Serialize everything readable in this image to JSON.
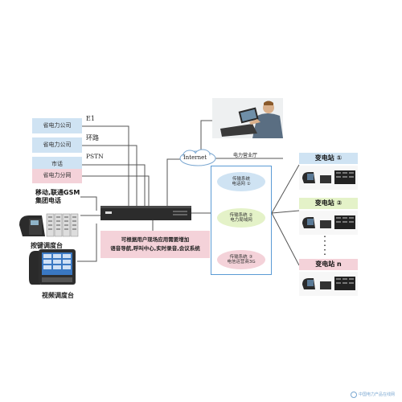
{
  "left_nodes": {
    "provincial_company_1": "省电力公司",
    "provincial_company_2": "省电力公司",
    "municipal": "市话",
    "provincial_network": "省电力分网",
    "link_e1": "E1",
    "link_loop": "环路",
    "link_pstn": "PSTN",
    "mobile_label_line1": "移动,联通GSM",
    "mobile_label_line2": "集团电话",
    "keypad_console": "按键调度台",
    "video_console": "视频调度台"
  },
  "center": {
    "internet": "Internet",
    "business_hall": "电力营业厅",
    "features_line1": "可根据用户现场应用需要增加",
    "features_line2": "语音导航,呼叫中心,实时录音,会议系统"
  },
  "transmission": {
    "item1_line1": "传输系统",
    "item1_line2": "电话网 ①",
    "item2_line1": "传输系统 ②",
    "item2_line2": "电力局域网",
    "item3_line1": "传输系统 ③",
    "item3_line2": "电信运营商3G"
  },
  "substations": [
    {
      "title": "变电站 ①"
    },
    {
      "title": "变电站 ②"
    },
    {
      "title": "变电站 n"
    }
  ],
  "watermark": "中国电力产品在线网",
  "colors": {
    "blue_box": "#cfe3f3",
    "pink_box": "#f4d2d9",
    "trans_border": "#5b9bd5",
    "green_ellipse": "#e4f2c8",
    "line": "#555555"
  }
}
